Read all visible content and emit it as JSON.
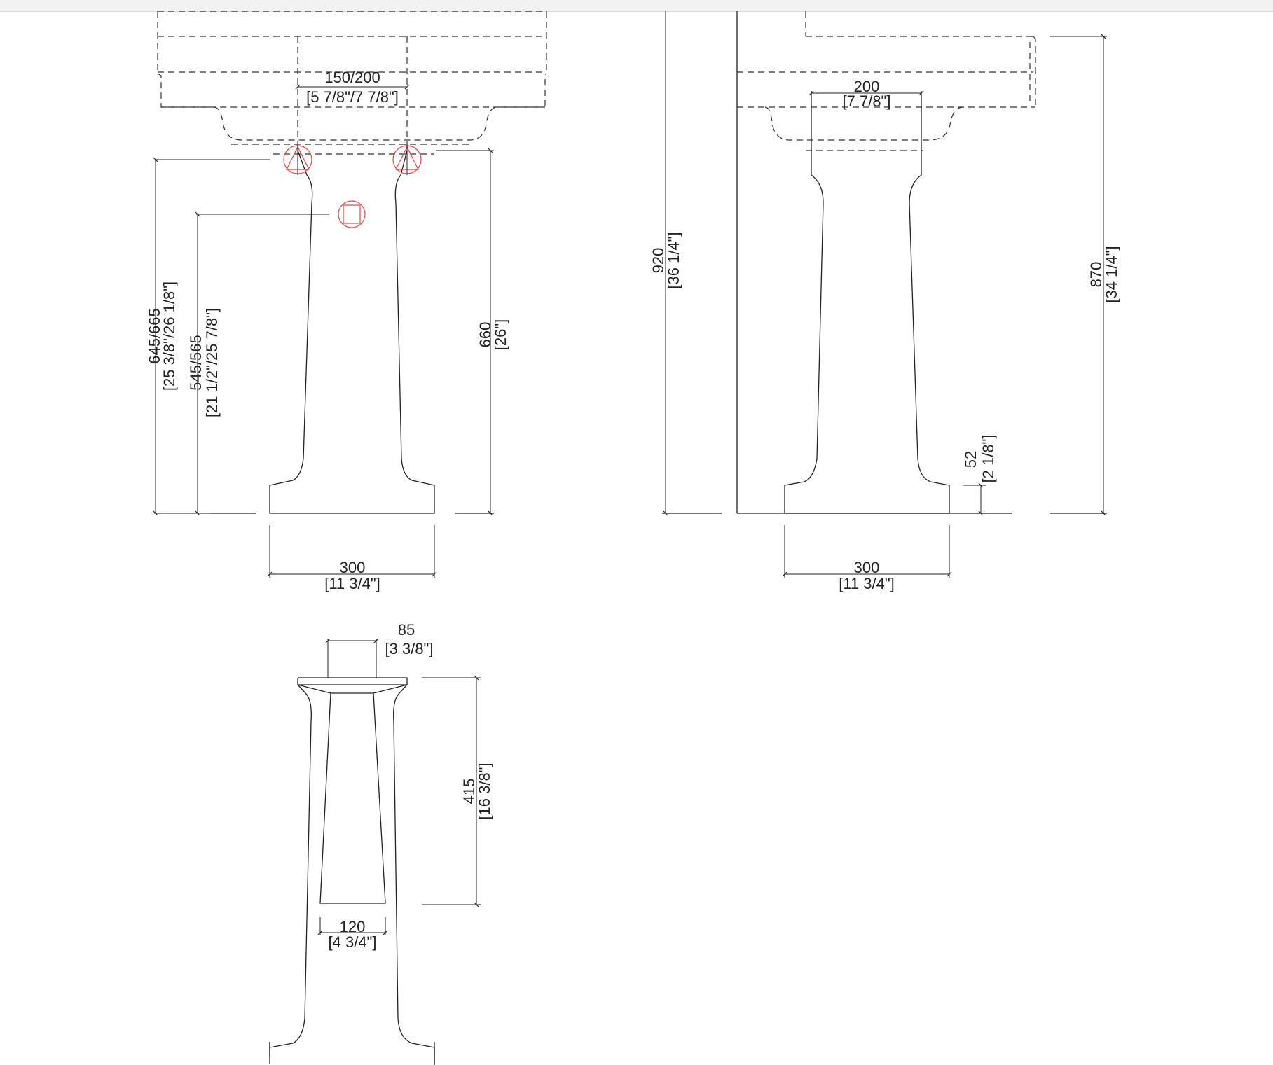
{
  "colors": {
    "line": "#222222",
    "marker": "#e04848",
    "background": "#ffffff"
  },
  "icons": {
    "valve": "triangle-in-circle-icon",
    "waste": "square-in-circle-icon"
  },
  "front_view": {
    "tap_centres": {
      "mm": "150/200",
      "in": "[5 7/8\"/7 7/8\"]"
    },
    "tap_height": {
      "mm": "645/665",
      "in": "[25 3/8\"/26 1/8\"]"
    },
    "waste_height": {
      "mm": "545/565",
      "in": "[21 1/2\"/25 7/8\"]"
    },
    "pedestal_height": {
      "mm": "660",
      "in": "[26\"]"
    },
    "base_width": {
      "mm": "300",
      "in": "[11 3/4\"]"
    }
  },
  "side_view": {
    "total_height": {
      "mm": "920",
      "in": "[36 1/4\"]"
    },
    "top_width": {
      "mm": "200",
      "in": "[7 7/8\"]"
    },
    "rim_height": {
      "mm": "870",
      "in": "[34 1/4\"]"
    },
    "plinth_height": {
      "mm": "52",
      "in": "[2 1/8\"]"
    },
    "base_width": {
      "mm": "300",
      "in": "[11 3/4\"]"
    }
  },
  "rear_view": {
    "top_width": {
      "mm": "85",
      "in": "[3 3/8\"]"
    },
    "opening_height": {
      "mm": "415",
      "in": "[16 3/8\"]"
    },
    "opening_width": {
      "mm": "120",
      "in": "[4 3/4\"]"
    }
  }
}
